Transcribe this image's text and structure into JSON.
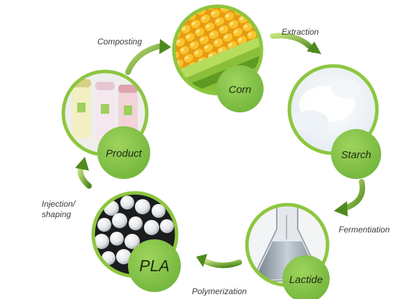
{
  "steps": {
    "corn": "Corn",
    "starch": "Starch",
    "lactide": "Lactide",
    "pla": "PLA",
    "product": "Product"
  },
  "processes": {
    "extraction": "Extraction",
    "fermentation": "Fermentiation",
    "polymerization": "Polymerization",
    "injection_line1": "Injection/",
    "injection_line2": "shaping",
    "composting": "Composting"
  },
  "colors": {
    "ring": "#8dc63f",
    "badge": "#7cc242",
    "arrow_dark": "#4f8a1e",
    "arrow_light": "#c5e27e"
  }
}
